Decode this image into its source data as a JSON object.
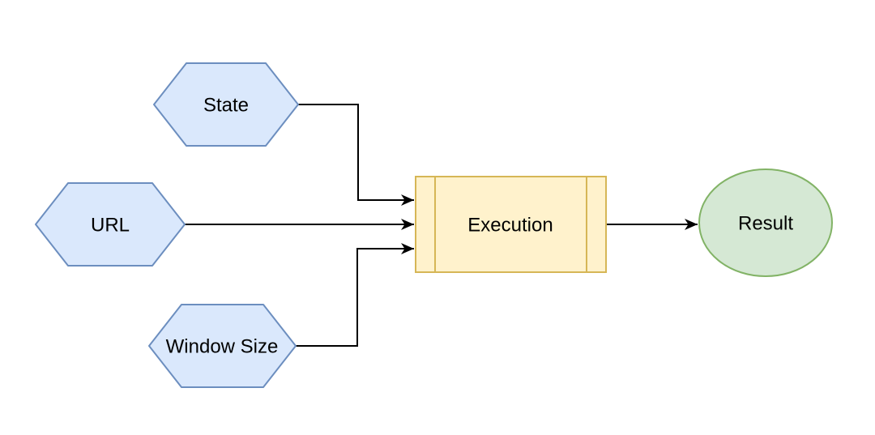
{
  "diagram": {
    "background_color": "#ffffff",
    "edge_color": "#000000",
    "text_color": "#000000",
    "nodes": [
      {
        "id": "state",
        "label": "State",
        "shape": "hexagon",
        "role": "input",
        "fill": "#dae8fc",
        "stroke": "#6c8ebf"
      },
      {
        "id": "url",
        "label": "URL",
        "shape": "hexagon",
        "role": "input",
        "fill": "#dae8fc",
        "stroke": "#6c8ebf"
      },
      {
        "id": "window-size",
        "label": "Window Size",
        "shape": "hexagon",
        "role": "input",
        "fill": "#dae8fc",
        "stroke": "#6c8ebf"
      },
      {
        "id": "execution",
        "label": "Execution",
        "shape": "process",
        "role": "process",
        "fill": "#fff2cc",
        "stroke": "#d6b656"
      },
      {
        "id": "result",
        "label": "Result",
        "shape": "ellipse",
        "role": "output",
        "fill": "#d5e8d4",
        "stroke": "#82b366"
      }
    ],
    "edges": [
      {
        "from": "state",
        "to": "execution"
      },
      {
        "from": "url",
        "to": "execution"
      },
      {
        "from": "window-size",
        "to": "execution"
      },
      {
        "from": "execution",
        "to": "result"
      }
    ]
  }
}
